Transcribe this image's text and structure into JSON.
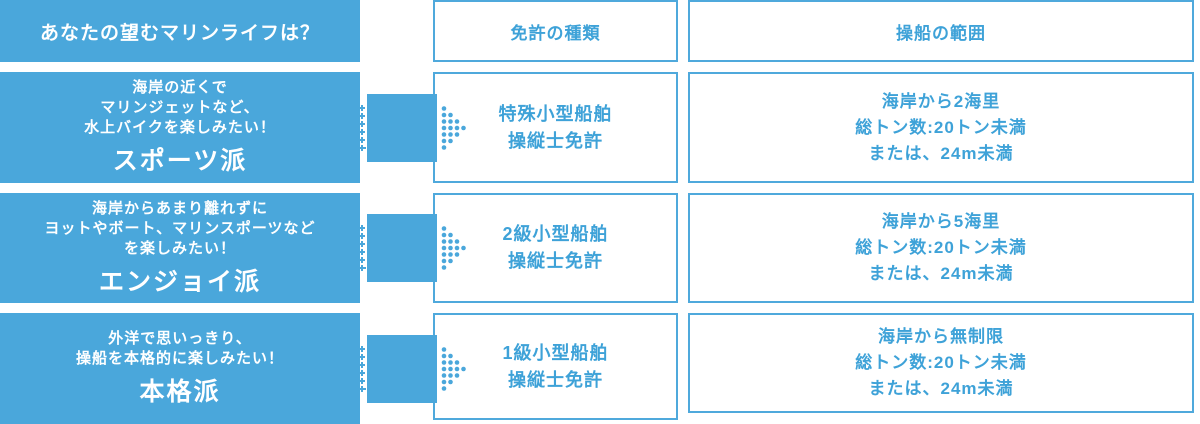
{
  "colors": {
    "primary_blue": "#4AA7DB",
    "border_blue": "#4FA9DC",
    "text_blue": "#3EA2D8",
    "text_on_blue": "#FFFFFF"
  },
  "header": {
    "question": "あなたの望むマリンライフは？",
    "license_type": "免許の種類",
    "operation_range": "操船の範囲"
  },
  "rows": [
    {
      "desc_lines": [
        "海岸の近くで",
        "マリンジェットなど、",
        "水上バイクを楽しみたい！"
      ],
      "category": "スポーツ派",
      "license_lines": [
        "特殊小型船舶",
        "操縦士免許"
      ],
      "range_lines": [
        "海岸から2海里",
        "総トン数:20トン未満",
        "または、24m未満"
      ]
    },
    {
      "desc_lines": [
        "海岸からあまり離れずに",
        "ヨットやボート、マリンスポーツなど",
        "を楽しみたい！"
      ],
      "category": "エンジョイ派",
      "license_lines": [
        "2級小型船舶",
        "操縦士免許"
      ],
      "range_lines": [
        "海岸から5海里",
        "総トン数:20トン未満",
        "または、24m未満"
      ]
    },
    {
      "desc_lines": [
        "外洋で思いっきり、",
        "操船を本格的に楽しみたい！"
      ],
      "category": "本格派",
      "license_lines": [
        "1級小型船舶",
        "操縦士免許"
      ],
      "range_lines": [
        "海岸から無制限",
        "総トン数:20トン未満",
        "または、24m未満"
      ]
    }
  ]
}
